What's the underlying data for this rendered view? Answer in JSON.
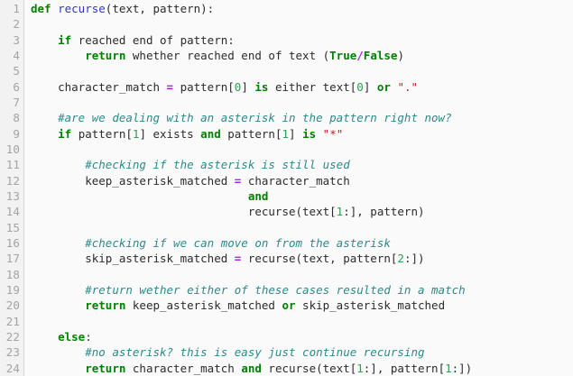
{
  "editor": {
    "language": "python",
    "total_lines": 24,
    "background_color": "#fafafa",
    "gutter_background_color": "#f2f2f2",
    "line_number_color": "#a3a3a3",
    "colors": {
      "keyword": "#008000",
      "function_name": "#3333cc",
      "operator": "#aa22ff",
      "number": "#2e9e4f",
      "string": "#ba2121",
      "comment": "#2b8a8a",
      "plain_text": "#2b2b2b"
    }
  },
  "gutter": {
    "line_numbers": [
      "1",
      "2",
      "3",
      "4",
      "5",
      "6",
      "7",
      "8",
      "9",
      "10",
      "11",
      "12",
      "13",
      "14",
      "15",
      "16",
      "17",
      "18",
      "19",
      "20",
      "21",
      "22",
      "23",
      "24"
    ]
  },
  "code": {
    "lines": [
      {
        "number": "1",
        "text": "def recurse(text, pattern):",
        "tokens": [
          {
            "t": "def",
            "c": "tok-k"
          },
          {
            "t": " ",
            "c": "tok-p"
          },
          {
            "t": "recurse",
            "c": "tok-nf"
          },
          {
            "t": "(text, pattern):",
            "c": "tok-p"
          }
        ]
      },
      {
        "number": "2",
        "text": "",
        "tokens": []
      },
      {
        "number": "3",
        "text": "    if reached end of pattern:",
        "tokens": [
          {
            "t": "    ",
            "c": "tok-p"
          },
          {
            "t": "if",
            "c": "tok-k"
          },
          {
            "t": " reached end of pattern:",
            "c": "tok-n"
          }
        ]
      },
      {
        "number": "4",
        "text": "        return whether reached end of text (True/False)",
        "tokens": [
          {
            "t": "        ",
            "c": "tok-p"
          },
          {
            "t": "return",
            "c": "tok-k"
          },
          {
            "t": " whether reached end of text (",
            "c": "tok-n"
          },
          {
            "t": "True",
            "c": "tok-kc"
          },
          {
            "t": "/",
            "c": "tok-o"
          },
          {
            "t": "False",
            "c": "tok-kc"
          },
          {
            "t": ")",
            "c": "tok-p"
          }
        ]
      },
      {
        "number": "5",
        "text": "",
        "tokens": []
      },
      {
        "number": "6",
        "text": "    character_match = pattern[0] is either text[0] or \".\"",
        "tokens": [
          {
            "t": "    character_match ",
            "c": "tok-n"
          },
          {
            "t": "=",
            "c": "tok-o"
          },
          {
            "t": " pattern[",
            "c": "tok-n"
          },
          {
            "t": "0",
            "c": "tok-m"
          },
          {
            "t": "] ",
            "c": "tok-n"
          },
          {
            "t": "is",
            "c": "tok-k"
          },
          {
            "t": " either text[",
            "c": "tok-n"
          },
          {
            "t": "0",
            "c": "tok-m"
          },
          {
            "t": "] ",
            "c": "tok-n"
          },
          {
            "t": "or",
            "c": "tok-k"
          },
          {
            "t": " ",
            "c": "tok-n"
          },
          {
            "t": "\".\"",
            "c": "tok-s"
          }
        ]
      },
      {
        "number": "7",
        "text": "",
        "tokens": []
      },
      {
        "number": "8",
        "text": "    #are we dealing with an asterisk in the pattern right now?",
        "tokens": [
          {
            "t": "    ",
            "c": "tok-p"
          },
          {
            "t": "#are we dealing with an asterisk in the pattern right now?",
            "c": "tok-c"
          }
        ]
      },
      {
        "number": "9",
        "text": "    if pattern[1] exists and pattern[1] is \"*\"",
        "tokens": [
          {
            "t": "    ",
            "c": "tok-p"
          },
          {
            "t": "if",
            "c": "tok-k"
          },
          {
            "t": " pattern[",
            "c": "tok-n"
          },
          {
            "t": "1",
            "c": "tok-m"
          },
          {
            "t": "] exists ",
            "c": "tok-n"
          },
          {
            "t": "and",
            "c": "tok-k"
          },
          {
            "t": " pattern[",
            "c": "tok-n"
          },
          {
            "t": "1",
            "c": "tok-m"
          },
          {
            "t": "] ",
            "c": "tok-n"
          },
          {
            "t": "is",
            "c": "tok-k"
          },
          {
            "t": " ",
            "c": "tok-n"
          },
          {
            "t": "\"*\"",
            "c": "tok-s"
          }
        ]
      },
      {
        "number": "10",
        "text": "",
        "tokens": []
      },
      {
        "number": "11",
        "text": "        #checking if the asterisk is still used",
        "tokens": [
          {
            "t": "        ",
            "c": "tok-p"
          },
          {
            "t": "#checking if the asterisk is still used",
            "c": "tok-c"
          }
        ]
      },
      {
        "number": "12",
        "text": "        keep_asterisk_matched = character_match",
        "tokens": [
          {
            "t": "        keep_asterisk_matched ",
            "c": "tok-n"
          },
          {
            "t": "=",
            "c": "tok-o"
          },
          {
            "t": " character_match",
            "c": "tok-n"
          }
        ]
      },
      {
        "number": "13",
        "text": "                                and",
        "tokens": [
          {
            "t": "                                ",
            "c": "tok-p"
          },
          {
            "t": "and",
            "c": "tok-k"
          }
        ]
      },
      {
        "number": "14",
        "text": "                                recurse(text[1:], pattern)",
        "tokens": [
          {
            "t": "                                recurse(text[",
            "c": "tok-n"
          },
          {
            "t": "1",
            "c": "tok-m"
          },
          {
            "t": ":], pattern)",
            "c": "tok-n"
          }
        ]
      },
      {
        "number": "15",
        "text": "",
        "tokens": []
      },
      {
        "number": "16",
        "text": "        #checking if we can move on from the asterisk",
        "tokens": [
          {
            "t": "        ",
            "c": "tok-p"
          },
          {
            "t": "#checking if we can move on from the asterisk",
            "c": "tok-c"
          }
        ]
      },
      {
        "number": "17",
        "text": "        skip_asterisk_matched = recurse(text, pattern[2:])",
        "tokens": [
          {
            "t": "        skip_asterisk_matched ",
            "c": "tok-n"
          },
          {
            "t": "=",
            "c": "tok-o"
          },
          {
            "t": " recurse(text, pattern[",
            "c": "tok-n"
          },
          {
            "t": "2",
            "c": "tok-m"
          },
          {
            "t": ":])",
            "c": "tok-n"
          }
        ]
      },
      {
        "number": "18",
        "text": "",
        "tokens": []
      },
      {
        "number": "19",
        "text": "        #return wether either of these cases resulted in a match",
        "tokens": [
          {
            "t": "        ",
            "c": "tok-p"
          },
          {
            "t": "#return wether either of these cases resulted in a match",
            "c": "tok-c"
          }
        ]
      },
      {
        "number": "20",
        "text": "        return keep_asterisk_matched or skip_asterisk_matched",
        "tokens": [
          {
            "t": "        ",
            "c": "tok-p"
          },
          {
            "t": "return",
            "c": "tok-k"
          },
          {
            "t": " keep_asterisk_matched ",
            "c": "tok-n"
          },
          {
            "t": "or",
            "c": "tok-k"
          },
          {
            "t": " skip_asterisk_matched",
            "c": "tok-n"
          }
        ]
      },
      {
        "number": "21",
        "text": "",
        "tokens": []
      },
      {
        "number": "22",
        "text": "    else:",
        "tokens": [
          {
            "t": "    ",
            "c": "tok-p"
          },
          {
            "t": "else",
            "c": "tok-k"
          },
          {
            "t": ":",
            "c": "tok-p"
          }
        ]
      },
      {
        "number": "23",
        "text": "        #no asterisk? this is easy just continue recursing",
        "tokens": [
          {
            "t": "        ",
            "c": "tok-p"
          },
          {
            "t": "#no asterisk? this is easy just continue recursing",
            "c": "tok-c"
          }
        ]
      },
      {
        "number": "24",
        "text": "        return character_match and recurse(text[1:], pattern[1:])",
        "tokens": [
          {
            "t": "        ",
            "c": "tok-p"
          },
          {
            "t": "return",
            "c": "tok-k"
          },
          {
            "t": " character_match ",
            "c": "tok-n"
          },
          {
            "t": "and",
            "c": "tok-k"
          },
          {
            "t": " recurse(text[",
            "c": "tok-n"
          },
          {
            "t": "1",
            "c": "tok-m"
          },
          {
            "t": ":], pattern[",
            "c": "tok-n"
          },
          {
            "t": "1",
            "c": "tok-m"
          },
          {
            "t": ":])",
            "c": "tok-n"
          }
        ]
      }
    ]
  }
}
